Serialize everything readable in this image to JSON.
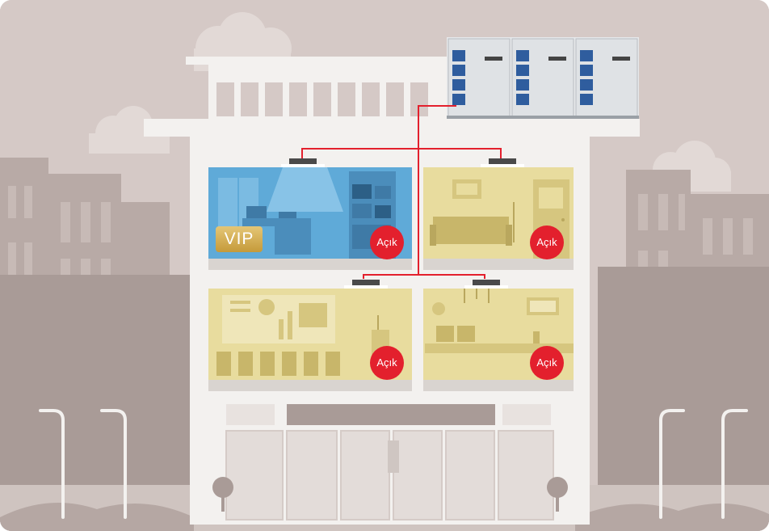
{
  "rooms": [
    {
      "id": "vip-office",
      "label": "VIP",
      "status": "Açık"
    },
    {
      "id": "living-room",
      "status": "Açık"
    },
    {
      "id": "meeting-room",
      "status": "Açık"
    },
    {
      "id": "lobby",
      "status": "Açık"
    }
  ],
  "colors": {
    "background": "#d5c9c6",
    "building": "#f3f1ef",
    "vip_room": "#5faad8",
    "warm_room": "#e8dc9e",
    "pipe": "#e3202d",
    "status_badge": "#e3202d",
    "vip_badge": "#d6b458"
  },
  "icons": {
    "outdoor_units": "hvac-outdoor-unit-icon",
    "indoor_units": "ceiling-cassette-icon"
  }
}
